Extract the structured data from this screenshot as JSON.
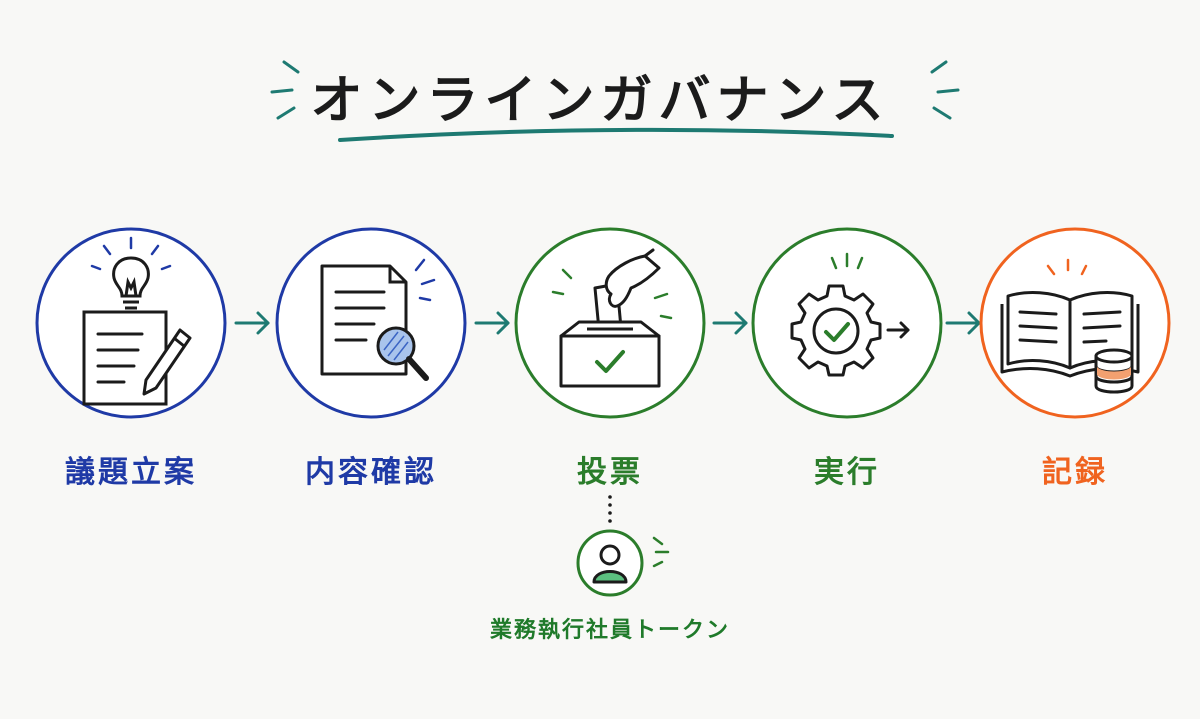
{
  "title": "オンラインガバナンス",
  "colors": {
    "blue": "#1f3aa6",
    "green": "#2b7d2b",
    "orange": "#f0631f",
    "teal": "#1e7a72",
    "ink": "#1b1b1b"
  },
  "steps": [
    {
      "label": "議題立案",
      "icon": "idea-document-pencil-icon",
      "color": "#1f3aa6"
    },
    {
      "label": "内容確認",
      "icon": "document-magnifier-icon",
      "color": "#1f3aa6"
    },
    {
      "label": "投票",
      "icon": "ballot-box-icon",
      "color": "#2b7d2b"
    },
    {
      "label": "実行",
      "icon": "gear-check-icon",
      "color": "#2b7d2b"
    },
    {
      "label": "記録",
      "icon": "book-database-icon",
      "color": "#f0631f"
    }
  ],
  "token": {
    "label": "業務執行社員トークン",
    "icon": "user-icon"
  }
}
